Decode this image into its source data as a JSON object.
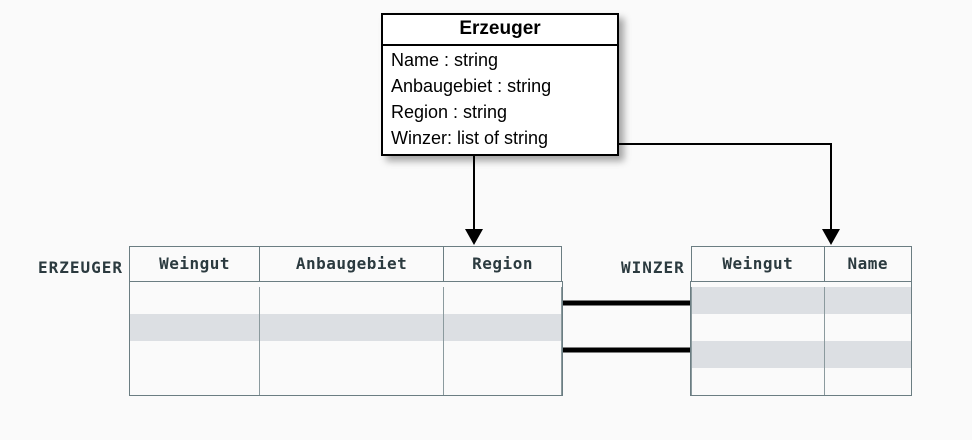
{
  "diagram": {
    "title": "UML class to relational tables mapping",
    "background_color": "#fafafa",
    "line_color": "#000000",
    "table_border_color": "#6b7d82",
    "label_color": "#2b3a3f",
    "row_highlight_color": "#dcdfe3"
  },
  "uml_class": {
    "name": "Erzeuger",
    "attributes": [
      {
        "text": "Name : string"
      },
      {
        "text": "Anbaugebiet : string"
      },
      {
        "text": "Region : string"
      },
      {
        "text": "Winzer: list of string"
      }
    ]
  },
  "tables": [
    {
      "name": "ERZEUGER",
      "columns": [
        "Weingut",
        "Anbaugebiet",
        "Region"
      ],
      "rows": [
        {
          "highlighted": false,
          "cells": [
            "",
            "",
            ""
          ]
        },
        {
          "highlighted": true,
          "cells": [
            "",
            "",
            ""
          ]
        },
        {
          "highlighted": false,
          "cells": [
            "",
            "",
            ""
          ]
        },
        {
          "highlighted": false,
          "cells": [
            "",
            "",
            ""
          ]
        }
      ]
    },
    {
      "name": "WINZER",
      "columns": [
        "Weingut",
        "Name"
      ],
      "rows": [
        {
          "highlighted": true,
          "cells": [
            "",
            ""
          ]
        },
        {
          "highlighted": false,
          "cells": [
            "",
            ""
          ]
        },
        {
          "highlighted": true,
          "cells": [
            "",
            ""
          ]
        },
        {
          "highlighted": false,
          "cells": [
            "",
            ""
          ]
        }
      ]
    }
  ],
  "connectors": [
    {
      "id": "erzeuger-arrow",
      "kind": "arrow",
      "from": "uml-class-bottom",
      "to": "erzeuger-table-header"
    },
    {
      "id": "winzer-arrow",
      "kind": "arrow",
      "from": "uml-attribute-winzer-right",
      "to": "winzer-table-weingut-header"
    },
    {
      "id": "link-row2-to-winzer-row1",
      "kind": "association",
      "from": "erzeuger-row-2",
      "to": "winzer-row-1"
    },
    {
      "id": "link-row2-to-winzer-row3",
      "kind": "association",
      "from": "erzeuger-row-2",
      "to": "winzer-row-3"
    }
  ]
}
